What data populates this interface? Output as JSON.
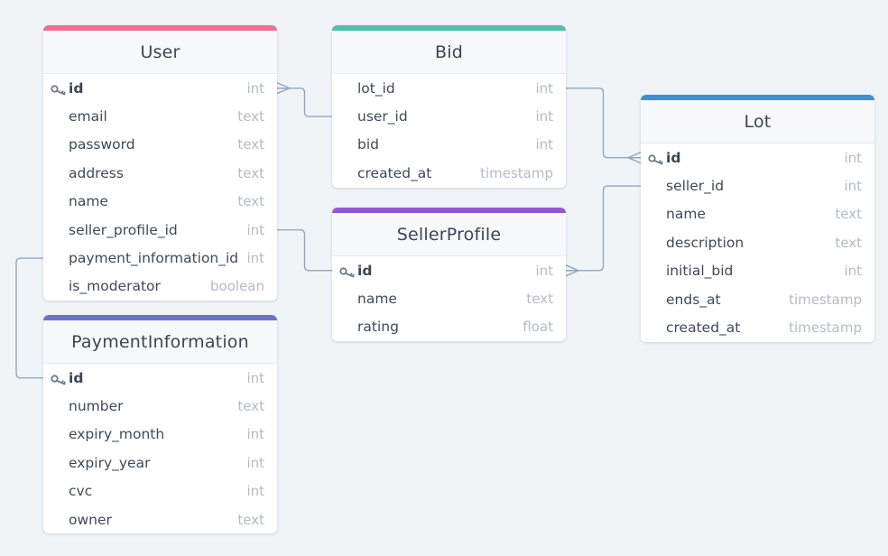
{
  "colors": {
    "background": "#f0f4f7",
    "edge": "#93a8bd",
    "user": "#f26b93",
    "bid": "#4fbfa8",
    "lot": "#3a8fd9",
    "sellerprofile": "#9057d9",
    "paymentinformation": "#6b73c9"
  },
  "tables": {
    "user": {
      "name": "User",
      "columns": [
        {
          "name": "id",
          "type": "int",
          "pk": true
        },
        {
          "name": "email",
          "type": "text"
        },
        {
          "name": "password",
          "type": "text"
        },
        {
          "name": "address",
          "type": "text"
        },
        {
          "name": "name",
          "type": "text"
        },
        {
          "name": "seller_profile_id",
          "type": "int"
        },
        {
          "name": "payment_information_id",
          "type": "int"
        },
        {
          "name": "is_moderator",
          "type": "boolean"
        }
      ]
    },
    "bid": {
      "name": "Bid",
      "columns": [
        {
          "name": "lot_id",
          "type": "int"
        },
        {
          "name": "user_id",
          "type": "int"
        },
        {
          "name": "bid",
          "type": "int"
        },
        {
          "name": "created_at",
          "type": "timestamp"
        }
      ]
    },
    "sellerprofile": {
      "name": "SellerProfile",
      "columns": [
        {
          "name": "id",
          "type": "int",
          "pk": true
        },
        {
          "name": "name",
          "type": "text"
        },
        {
          "name": "rating",
          "type": "float"
        }
      ]
    },
    "lot": {
      "name": "Lot",
      "columns": [
        {
          "name": "id",
          "type": "int",
          "pk": true
        },
        {
          "name": "seller_id",
          "type": "int"
        },
        {
          "name": "name",
          "type": "text"
        },
        {
          "name": "description",
          "type": "text"
        },
        {
          "name": "initial_bid",
          "type": "int"
        },
        {
          "name": "ends_at",
          "type": "timestamp"
        },
        {
          "name": "created_at",
          "type": "timestamp"
        }
      ]
    },
    "paymentinformation": {
      "name": "PaymentInformation",
      "columns": [
        {
          "name": "id",
          "type": "int",
          "pk": true
        },
        {
          "name": "number",
          "type": "text"
        },
        {
          "name": "expiry_month",
          "type": "int"
        },
        {
          "name": "expiry_year",
          "type": "int"
        },
        {
          "name": "cvc",
          "type": "int"
        },
        {
          "name": "owner",
          "type": "text"
        }
      ]
    }
  },
  "relations": [
    {
      "from": "bid.user_id",
      "to": "user.id",
      "many_end": "to"
    },
    {
      "from": "bid.lot_id",
      "to": "lot.id",
      "many_end": "to"
    },
    {
      "from": "user.seller_profile_id",
      "to": "sellerprofile.id",
      "many_end": "none"
    },
    {
      "from": "lot.seller_id",
      "to": "sellerprofile.id",
      "many_end": "to"
    },
    {
      "from": "user.payment_information_id",
      "to": "paymentinformation.id",
      "many_end": "none"
    }
  ]
}
